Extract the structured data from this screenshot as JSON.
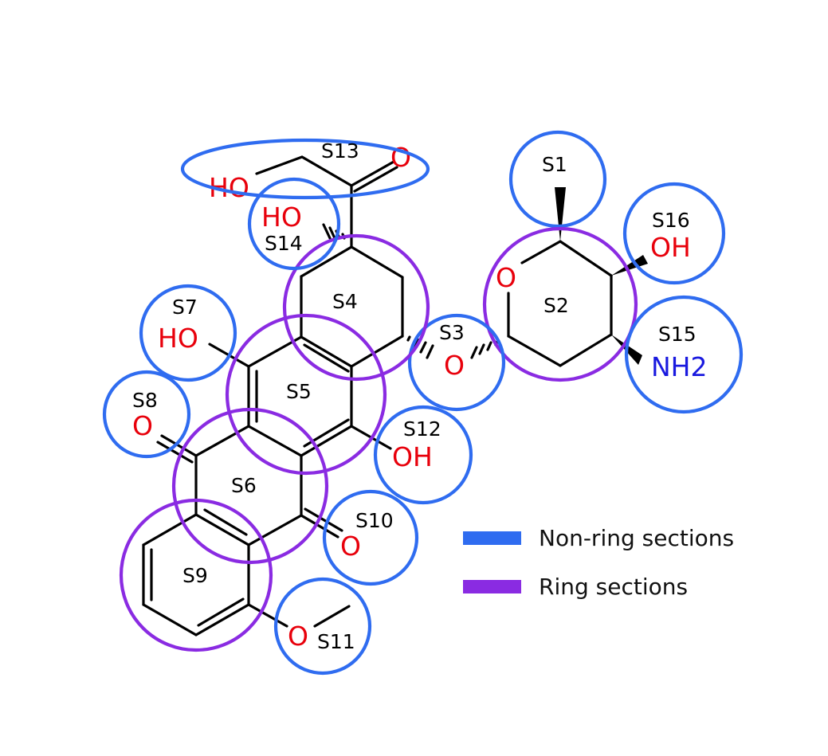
{
  "colors": {
    "non_ring": "#2f6cf0",
    "ring": "#8a2be2",
    "oxygen": "#e8000b",
    "nitrogen": "#1a1adf",
    "bond": "#000000"
  },
  "legend": {
    "non_ring_label": "Non-ring sections",
    "ring_label": "Ring sections"
  },
  "sections": [
    {
      "label": "S1",
      "kind": "non_ring"
    },
    {
      "label": "S2",
      "kind": "ring"
    },
    {
      "label": "S3",
      "kind": "non_ring"
    },
    {
      "label": "S4",
      "kind": "ring"
    },
    {
      "label": "S5",
      "kind": "ring"
    },
    {
      "label": "S6",
      "kind": "ring"
    },
    {
      "label": "S7",
      "kind": "non_ring"
    },
    {
      "label": "S8",
      "kind": "non_ring"
    },
    {
      "label": "S9",
      "kind": "ring"
    },
    {
      "label": "S10",
      "kind": "non_ring"
    },
    {
      "label": "S11",
      "kind": "non_ring"
    },
    {
      "label": "S12",
      "kind": "non_ring"
    },
    {
      "label": "S13",
      "kind": "non_ring"
    },
    {
      "label": "S14",
      "kind": "non_ring"
    },
    {
      "label": "S15",
      "kind": "non_ring"
    },
    {
      "label": "S16",
      "kind": "non_ring"
    }
  ],
  "atoms": {
    "s13_ho": "HO",
    "s13_o": "O",
    "s14_ho": "HO",
    "s16_oh": "OH",
    "s2_o": "O",
    "s3_o": "O",
    "s15_nh2": "NH2",
    "s7_ho": "HO",
    "s8_o": "O",
    "s12_oh": "OH",
    "s10_o": "O",
    "s11_o": "O"
  }
}
